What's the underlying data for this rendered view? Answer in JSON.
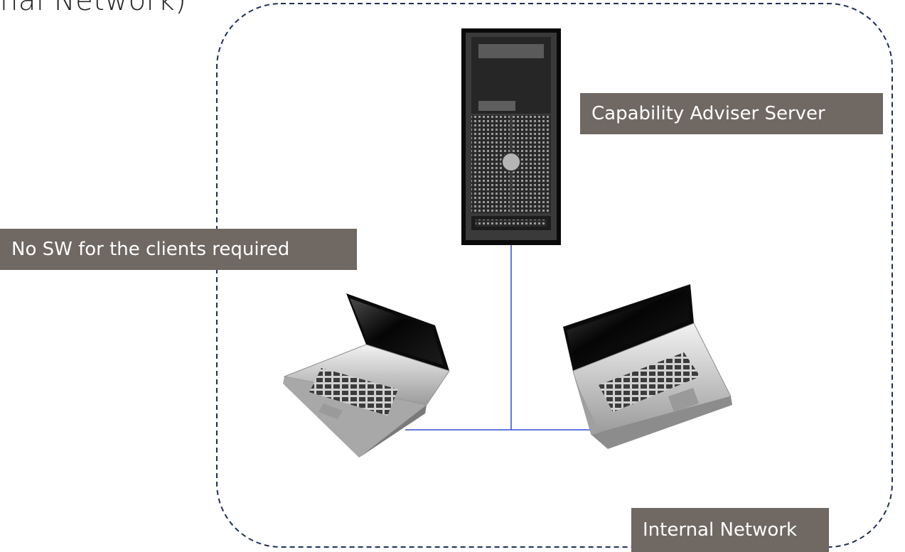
{
  "title": {
    "partial_text": "nal Network)"
  },
  "labels": {
    "server": "Capability Adviser Server",
    "clients": "No SW for the clients required",
    "network": "Internal Network"
  },
  "colors": {
    "label_bg": "#6f6863",
    "label_text": "#ffffff",
    "connection_line": "#2f4fd0",
    "boundary_dash": "#1f2f5a"
  },
  "icons": [
    "server-tower-icon",
    "laptop-icon",
    "laptop-icon"
  ]
}
